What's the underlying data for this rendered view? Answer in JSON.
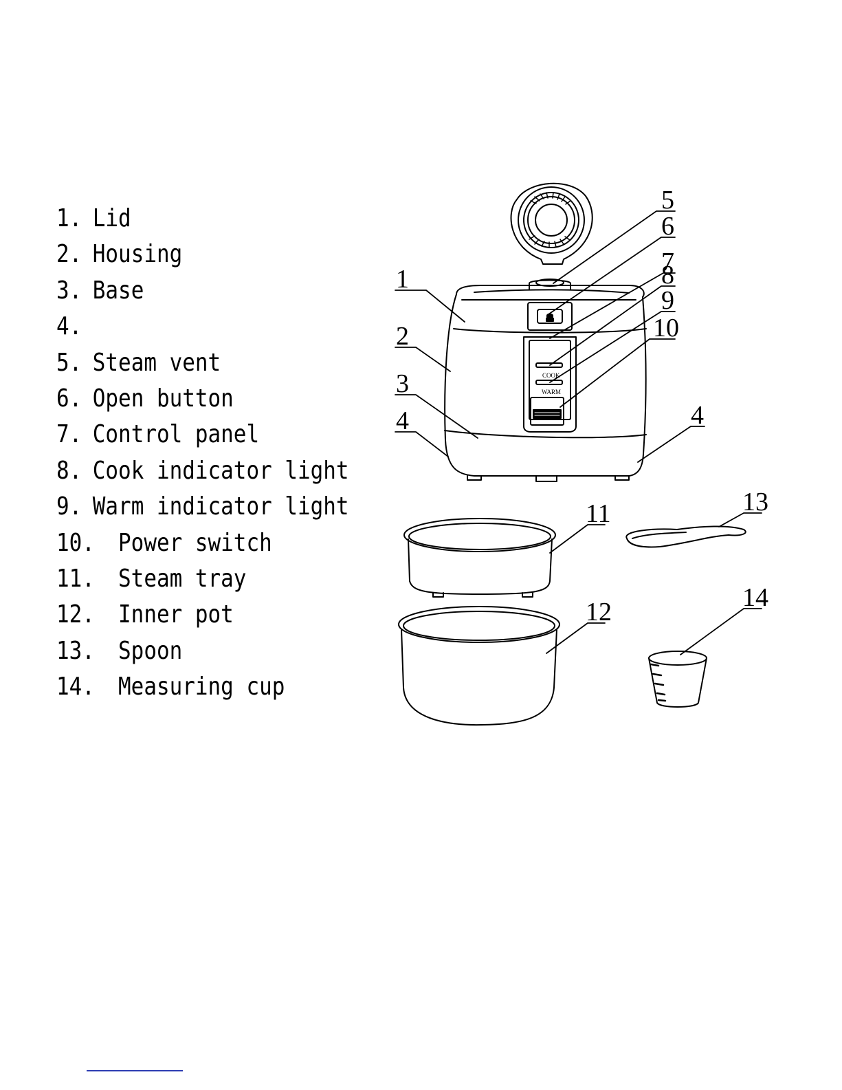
{
  "parts": [
    {
      "num": "1.",
      "name": "Lid"
    },
    {
      "num": "2.",
      "name": "Housing"
    },
    {
      "num": "3.",
      "name": "Base"
    },
    {
      "num": "4.",
      "name": ""
    },
    {
      "num": "5.",
      "name": "Steam vent"
    },
    {
      "num": "6.",
      "name": "Open button"
    },
    {
      "num": "7.",
      "name": "Control panel"
    },
    {
      "num": "8.",
      "name": "Cook indicator light"
    },
    {
      "num": "9.",
      "name": "Warm indicator light"
    },
    {
      "num": "10.",
      "name": " Power switch"
    },
    {
      "num": "11.",
      "name": " Steam tray"
    },
    {
      "num": "12.",
      "name": " Inner pot"
    },
    {
      "num": "13.",
      "name": " Spoon"
    },
    {
      "num": "14.",
      "name": " Measuring cup"
    }
  ],
  "callouts": [
    "1",
    "2",
    "3",
    "4",
    "4",
    "5",
    "6",
    "7",
    "8",
    "9",
    "10",
    "11",
    "12",
    "13",
    "14"
  ],
  "panel_labels": {
    "cook": "COOK",
    "warm": "WARM"
  },
  "colors": {
    "line": "#000000",
    "footer_rule": "#2d3db3"
  }
}
